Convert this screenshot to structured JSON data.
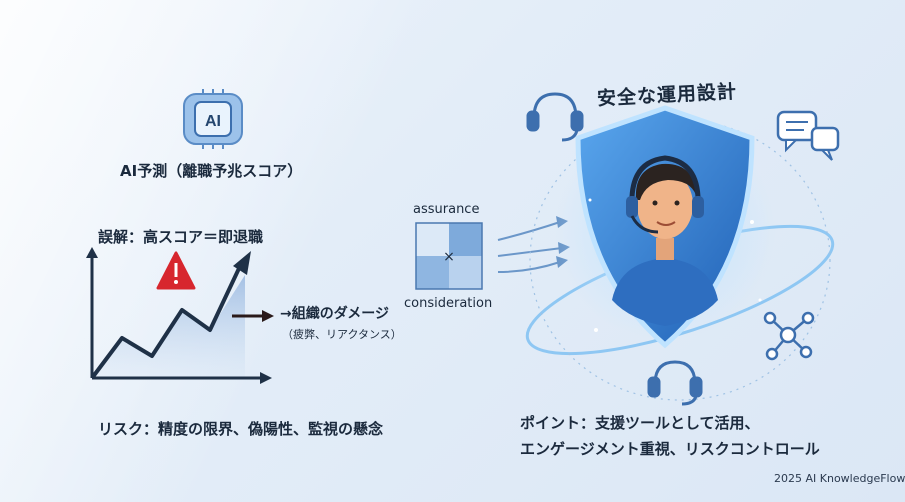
{
  "left": {
    "chip_icon_text": "AI",
    "title": "AI予測（離職予兆スコア）",
    "misconception": "誤解：高スコア＝即退職",
    "damage_title": "→組織のダメージ",
    "damage_sub": "（疲弊、リアクタンス）",
    "risk": "リスク：精度の限界、偽陽性、監視の懸念"
  },
  "center": {
    "top_label": "assurance",
    "cross_symbol": "×",
    "bottom_label": "consideration"
  },
  "right": {
    "title": "安全な運用設計",
    "point_line1": "ポイント：支援ツールとして活用、",
    "point_line2": "エンゲージメント重視、リスクコントロール"
  },
  "footer": {
    "credit": "2025 AI KnowledgeFlow"
  },
  "colors": {
    "accent": "#2f74c0",
    "warning": "#d7262e",
    "chart_line": "#1f3147",
    "shield_glow": "#6fb3f2"
  }
}
